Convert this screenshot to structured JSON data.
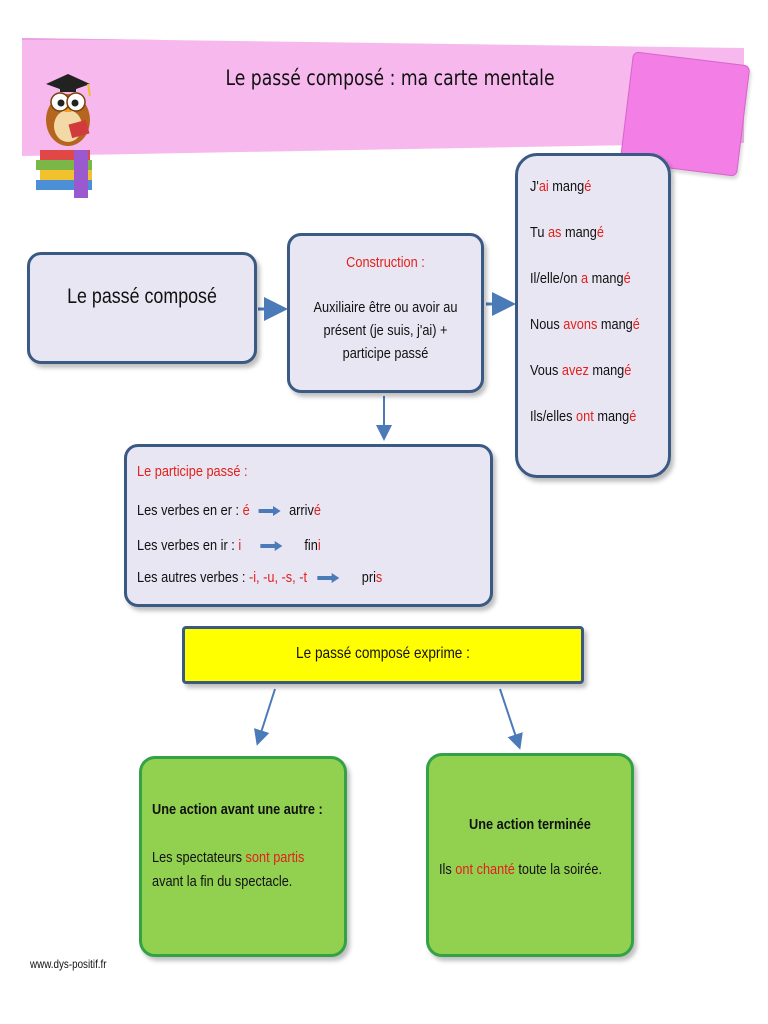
{
  "header": {
    "title": "Le passé composé  : ma carte mentale",
    "mascot_icon": "owl-graduate-icon"
  },
  "main_box": {
    "label": "Le passé composé"
  },
  "construction": {
    "heading": "Construction  :",
    "lines": [
      "Auxiliaire être ou avoir au",
      "présent (je suis, j'ai) +",
      "participe passé"
    ]
  },
  "conjugation": {
    "rows": [
      {
        "pre": "J'",
        "aux": "ai",
        "verb": " mang",
        "end": "é"
      },
      {
        "pre": "Tu ",
        "aux": "as",
        "verb": " mang",
        "end": "é"
      },
      {
        "pre": "Il/elle/on ",
        "aux": "a",
        "verb": " mang",
        "end": "é"
      },
      {
        "pre": "Nous ",
        "aux": "avons",
        "verb": " mang",
        "end": "é"
      },
      {
        "pre": "Vous ",
        "aux": "avez",
        "verb": " mang",
        "end": "é"
      },
      {
        "pre": "Ils/elles ",
        "aux": "ont",
        "verb": " mang",
        "end": "é"
      }
    ]
  },
  "participle": {
    "heading": "Le participe passé  :",
    "rows": [
      {
        "label": "Les verbes en er  : ",
        "ending": "é",
        "example_stem": "arriv",
        "example_end": "é"
      },
      {
        "label": "Les verbes en ir  : ",
        "ending": "i",
        "example_stem": "fin",
        "example_end": "i"
      },
      {
        "label": "Les autres verbes  : ",
        "ending": "-i, -u, -s, -t",
        "example_stem": "pri",
        "example_end": "s"
      }
    ]
  },
  "expresses": {
    "label": "Le passé composé exprime  :"
  },
  "case1": {
    "heading": "Une action avant une autre  :",
    "line1_pre": "Les spectateurs ",
    "line1_red": "sont partis",
    "line2": "avant la fin du spectacle."
  },
  "case2": {
    "heading": "Une action terminée",
    "pre": "Ils ",
    "red": "ont chanté",
    "post": " toute la soirée."
  },
  "footer": {
    "url": "www.dys-positif.fr"
  },
  "colors": {
    "banner": "#f7b8ee",
    "box_fill": "#e8e6f3",
    "box_border": "#3a5a84",
    "highlight_red": "#e3201b",
    "yellow": "#ffff00",
    "green": "#92d050",
    "arrow": "#4a7ab8"
  }
}
